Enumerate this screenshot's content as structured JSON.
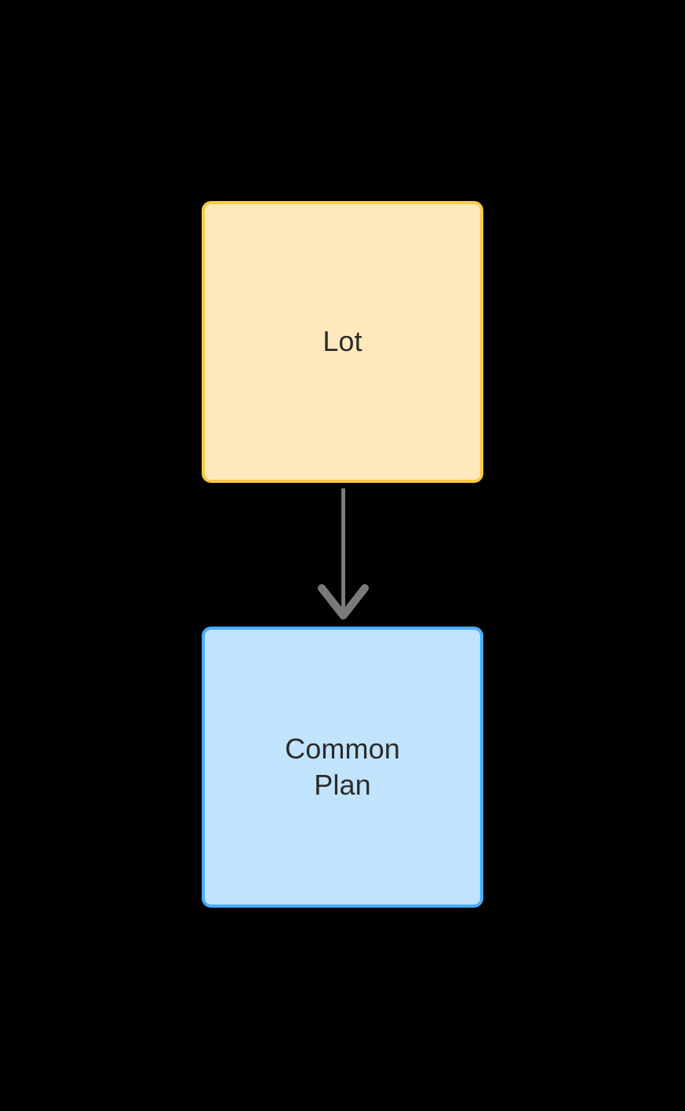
{
  "diagram": {
    "type": "flowchart",
    "direction": "top-to-bottom",
    "background_color": "#000000",
    "nodes": [
      {
        "id": "lot",
        "label": "Lot",
        "shape": "rounded-rectangle",
        "fill_color": "#ffe9bc",
        "border_color": "#fbc944",
        "text_color": "#2b2b2b"
      },
      {
        "id": "common-plan",
        "label": "Common\nPlan",
        "shape": "rounded-rectangle",
        "fill_color": "#c2e3fc",
        "border_color": "#4aadfb",
        "text_color": "#2b2b2b"
      }
    ],
    "edges": [
      {
        "id": "lot-to-common-plan",
        "from": "lot",
        "to": "common-plan",
        "label": "",
        "arrowhead": "open-v",
        "color": "#7a7a7a"
      }
    ]
  }
}
